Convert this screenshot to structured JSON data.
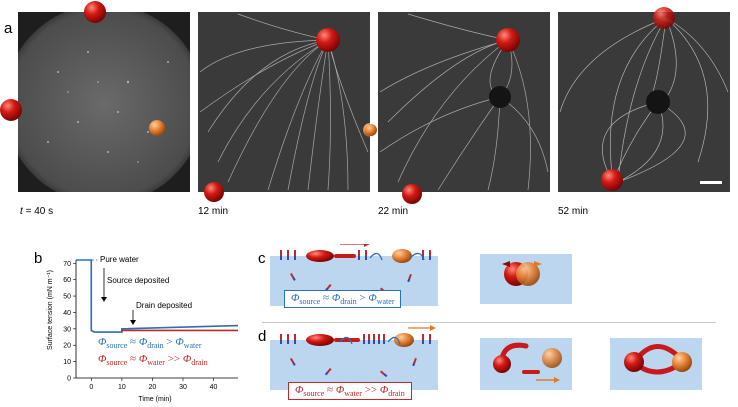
{
  "panel_a": {
    "letter": "a",
    "frames": [
      {
        "time": "40 s",
        "time_prefix": "t = "
      },
      {
        "time": "12 min"
      },
      {
        "time": "22 min"
      },
      {
        "time": "52 min"
      }
    ]
  },
  "panel_b": {
    "letter": "b",
    "annotation_pure": "Pure water",
    "annotation_source": "Source deposited",
    "annotation_drain": "Drain deposited",
    "ineq_blue": {
      "lhs": "Φ",
      "lhs_sub": "source",
      "op1": "≈",
      "mid": "Φ",
      "mid_sub": "drain",
      "op2": ">",
      "rhs": "Φ",
      "rhs_sub": "water"
    },
    "ineq_red": {
      "lhs": "Φ",
      "lhs_sub": "source",
      "op1": "≈",
      "mid": "Φ",
      "mid_sub": "water",
      "op2": ">>",
      "rhs": "Φ",
      "rhs_sub": "drain"
    }
  },
  "panel_c": {
    "letter": "c",
    "box": {
      "lhs": "Φ",
      "lhs_sub": "source",
      "op1": "≈",
      "mid": "Φ",
      "mid_sub": "drain",
      "op2": ">",
      "rhs": "Φ",
      "rhs_sub": "water"
    }
  },
  "panel_d": {
    "letter": "d",
    "box": {
      "lhs": "Φ",
      "lhs_sub": "source",
      "op1": "≈",
      "mid": "Φ",
      "mid_sub": "water",
      "op2": ">>",
      "rhs": "Φ",
      "rhs_sub": "drain"
    }
  },
  "colors": {
    "blue_curve": "#2a6fb8",
    "red_curve": "#c0282a",
    "water": "#bcd6ef",
    "drop_red": "#c81a1a",
    "drop_orange": "#e88a3c"
  },
  "chart_data": {
    "type": "line",
    "xlabel": "Time (min)",
    "ylabel": "Surface tension (mN m⁻¹)",
    "xlim": [
      -5,
      48
    ],
    "ylim": [
      0,
      72
    ],
    "xticks": [
      0,
      10,
      20,
      30,
      40
    ],
    "yticks": [
      0,
      10,
      20,
      30,
      40,
      50,
      60,
      70
    ],
    "reference_level": 72,
    "series": [
      {
        "color": "#2a6fb8",
        "x": [
          -5,
          0,
          0,
          1,
          10,
          10,
          48
        ],
        "y": [
          72,
          72,
          29,
          28,
          28,
          30,
          32
        ]
      },
      {
        "color": "#c0282a",
        "x": [
          10,
          10,
          48
        ],
        "y": [
          28,
          29,
          29
        ]
      }
    ]
  }
}
